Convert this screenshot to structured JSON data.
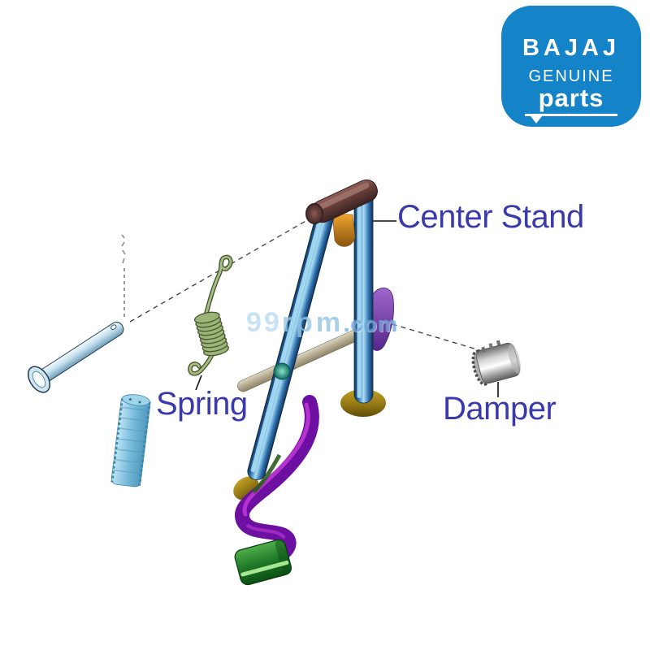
{
  "page": {
    "background": "#ffffff",
    "description": "Exploded parts diagram of a motorcycle center stand assembly"
  },
  "logo": {
    "brand": "BAJAJ",
    "line2": "GENUINE",
    "line3": "parts",
    "bg_color": "#1583c7",
    "text_color": "#ffffff"
  },
  "watermark": {
    "p1": "99",
    "p2": "rpm",
    "p3": ".com",
    "color": "#8fc3e8"
  },
  "labels": {
    "center_stand": "Center Stand",
    "spring": "Spring",
    "damper": "Damper",
    "text_color": "#3a3aad"
  },
  "illustration": {
    "parts": [
      {
        "name": "pivot-pin",
        "color": "#c3e0ee"
      },
      {
        "name": "cotter-pin-marks",
        "color": "#8a8a8a"
      },
      {
        "name": "return-spring",
        "color": "#9cb477"
      },
      {
        "name": "rubber-sleeve",
        "color": "#79bcdc"
      },
      {
        "name": "center-stand-frame",
        "color": "#2e6fae"
      },
      {
        "name": "pivot-tube",
        "color": "#6b403c"
      },
      {
        "name": "stand-lever",
        "color": "#6d0fa0"
      },
      {
        "name": "foot-pedal",
        "color": "#1f7a28"
      },
      {
        "name": "damper",
        "color": "#bdbdbd"
      }
    ]
  }
}
